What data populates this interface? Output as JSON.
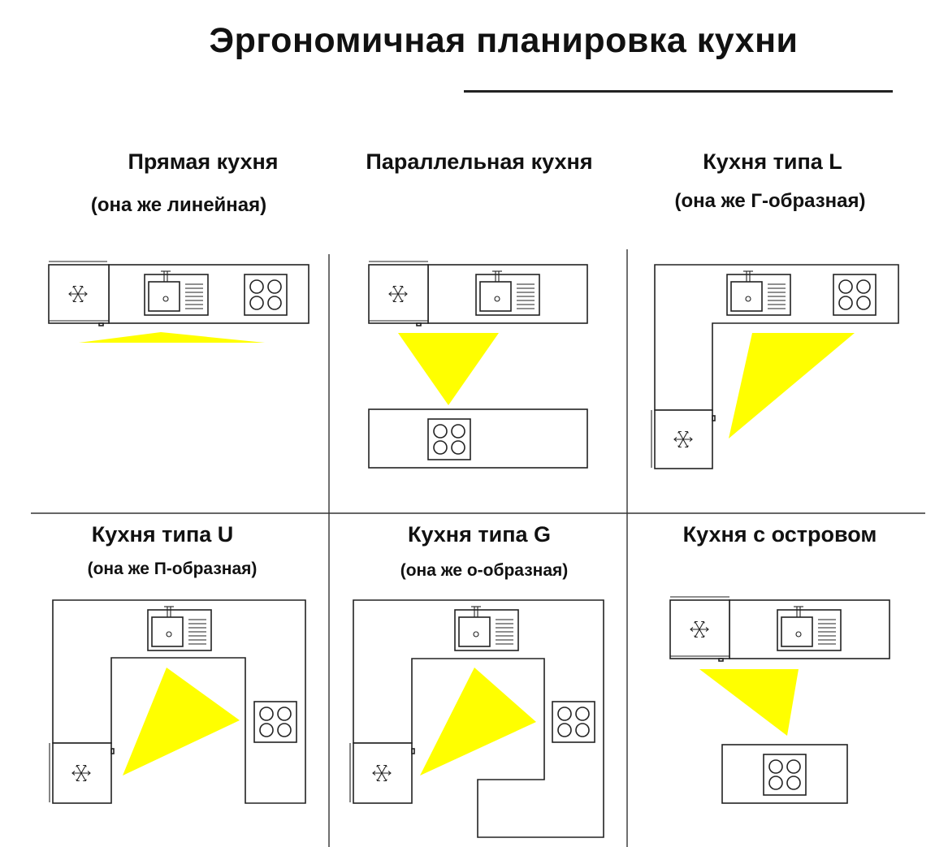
{
  "title": "Эргономичная планировка кухни",
  "layouts": {
    "straight": {
      "name": "Прямая кухня",
      "alt": "(она же линейная)"
    },
    "parallel": {
      "name": "Параллельная кухня"
    },
    "l_shape": {
      "name": "Кухня типа L",
      "alt": "(она же Г-образная)"
    },
    "u_shape": {
      "name": "Кухня типа U",
      "alt": "(она же П-образная)"
    },
    "g_shape": {
      "name": "Кухня типа G",
      "alt": "(она же о-образная)"
    },
    "island": {
      "name": "Кухня с островом"
    }
  },
  "icons": {
    "fridge": "snowflake-icon",
    "sink": "sink-icon",
    "hob": "hob-icon"
  },
  "colors": {
    "work_triangle": "#ffff00",
    "lines": "#222222"
  }
}
